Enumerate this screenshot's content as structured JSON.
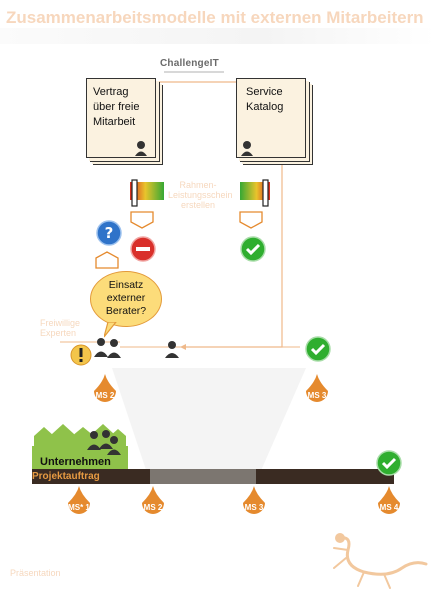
{
  "title": "Zusammenarbeitsmodelle mit externen Mitarbeitern",
  "logo": "ChallengeIT",
  "documents": {
    "left": [
      "Vertrag",
      "über freie",
      "Mitarbeit"
    ],
    "right": [
      "Service",
      "Katalog"
    ]
  },
  "bubble": [
    "Einsatz",
    "externer",
    "Berater?"
  ],
  "faint_labels": {
    "center": [
      "Rahmen-",
      "Leistungsschein",
      "erstellen"
    ],
    "left": [
      "Freiwillige",
      "Experten"
    ],
    "bottom_left": "Präsentation"
  },
  "track": {
    "company": "Unternehmen",
    "project": "Projektauftrag"
  },
  "milestones_top": [
    "MS 2",
    "MS 3"
  ],
  "milestones_bottom": [
    "MS* 1",
    "MS 2",
    "MS 3",
    "MS 4"
  ],
  "colors": {
    "orange": "#e58a2e",
    "dark_bar": "#3a2b22",
    "doc_fill": "#fbf2e0",
    "green": "#2fae2f",
    "blue": "#2f73c9",
    "red": "#d9302b"
  }
}
